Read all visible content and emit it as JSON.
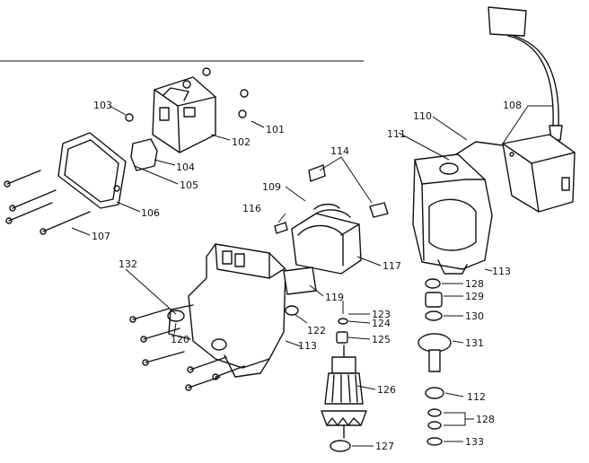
{
  "ink_color": "#111111",
  "paper_color": "#ffffff",
  "labels": {
    "p101": "101",
    "p102": "102",
    "p103": "103",
    "p104": "104",
    "p105": "105",
    "p106": "106",
    "p107": "107",
    "p108": "108",
    "p109": "109",
    "p110": "110",
    "p111": "111",
    "p112": "112",
    "p113a": "113",
    "p113b": "113",
    "p114": "114",
    "p116": "116",
    "p117": "117",
    "p119": "119",
    "p120": "120",
    "p122": "122",
    "p123": "123",
    "p124": "124",
    "p125": "125",
    "p126": "126",
    "p127": "127",
    "p128a": "128",
    "p128b": "128",
    "p129": "129",
    "p130": "130",
    "p131": "131",
    "p132": "132",
    "p133": "133"
  }
}
